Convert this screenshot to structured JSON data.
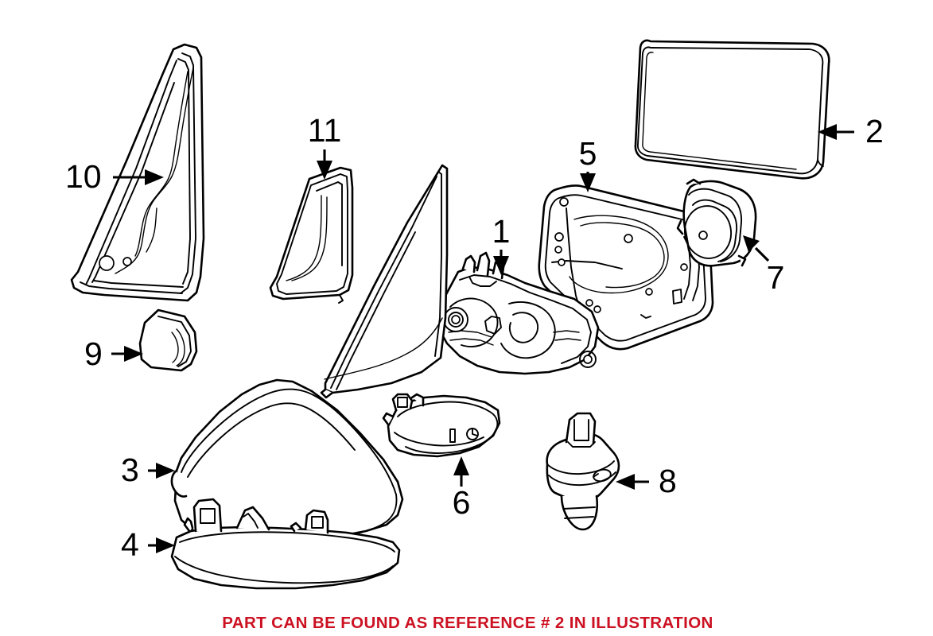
{
  "diagram": {
    "title": "Side View Mirror Exploded Parts Diagram",
    "background_color": "#ffffff",
    "line_color": "#000000",
    "caption": {
      "text": "PART CAN BE FOUND AS REFERENCE # 2 IN ILLUSTRATION",
      "color": "#cc1122"
    },
    "callouts": [
      {
        "id": "1",
        "label": "1",
        "part": "mirror-actuator-motor",
        "arrow_direction": "down"
      },
      {
        "id": "2",
        "label": "2",
        "part": "mirror-glass",
        "arrow_direction": "left"
      },
      {
        "id": "3",
        "label": "3",
        "part": "mirror-housing-cap",
        "arrow_direction": "right"
      },
      {
        "id": "4",
        "label": "4",
        "part": "lower-housing-trim",
        "arrow_direction": "right"
      },
      {
        "id": "5",
        "label": "5",
        "part": "mirror-backing-plate",
        "arrow_direction": "down"
      },
      {
        "id": "6",
        "label": "6",
        "part": "mounting-bracket",
        "arrow_direction": "up"
      },
      {
        "id": "7",
        "label": "7",
        "part": "turn-signal-lamp-module",
        "arrow_direction": "up-left"
      },
      {
        "id": "8",
        "label": "8",
        "part": "pivot-base",
        "arrow_direction": "left"
      },
      {
        "id": "9",
        "label": "9",
        "part": "small-wedge-cover",
        "arrow_direction": "right"
      },
      {
        "id": "10",
        "label": "10",
        "part": "sail-panel-gasket",
        "arrow_direction": "right"
      },
      {
        "id": "11",
        "label": "11",
        "part": "triangular-trim-cover",
        "arrow_direction": "down"
      }
    ]
  }
}
